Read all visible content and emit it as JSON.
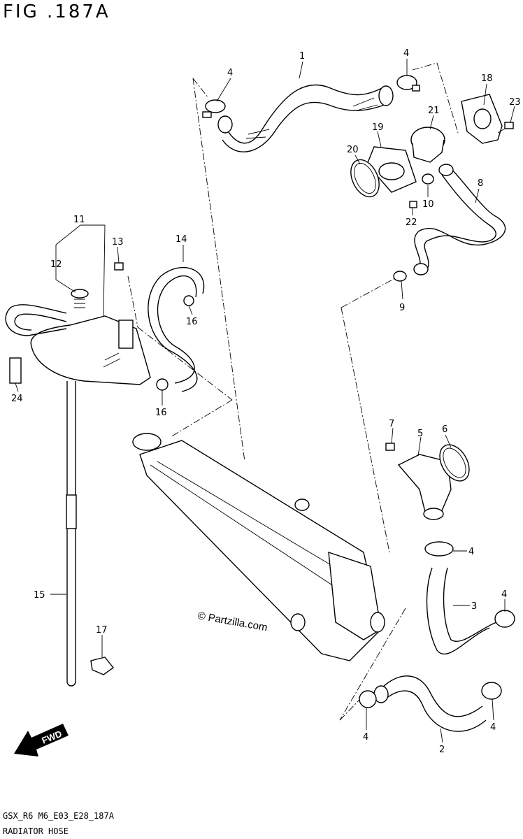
{
  "figure": {
    "title": "FIG .187A",
    "code": "GSX_R6 M6_E03_E28_187A",
    "name": "RADIATOR HOSE"
  },
  "watermark": "© Partzilla.com",
  "fwd_label": "FWD",
  "callouts": [
    {
      "id": "c1",
      "text": "1"
    },
    {
      "id": "c4a",
      "text": "4"
    },
    {
      "id": "c4b",
      "text": "4"
    },
    {
      "id": "c18",
      "text": "18"
    },
    {
      "id": "c23",
      "text": "23"
    },
    {
      "id": "c21",
      "text": "21"
    },
    {
      "id": "c19",
      "text": "19"
    },
    {
      "id": "c20",
      "text": "20"
    },
    {
      "id": "c8",
      "text": "8"
    },
    {
      "id": "c10",
      "text": "10"
    },
    {
      "id": "c22",
      "text": "22"
    },
    {
      "id": "c9",
      "text": "9"
    },
    {
      "id": "c11",
      "text": "11"
    },
    {
      "id": "c12",
      "text": "12"
    },
    {
      "id": "c13",
      "text": "13"
    },
    {
      "id": "c14",
      "text": "14"
    },
    {
      "id": "c16a",
      "text": "16"
    },
    {
      "id": "c16b",
      "text": "16"
    },
    {
      "id": "c24",
      "text": "24"
    },
    {
      "id": "c7",
      "text": "7"
    },
    {
      "id": "c5",
      "text": "5"
    },
    {
      "id": "c6",
      "text": "6"
    },
    {
      "id": "c4c",
      "text": "4"
    },
    {
      "id": "c3",
      "text": "3"
    },
    {
      "id": "c4d",
      "text": "4"
    },
    {
      "id": "c15",
      "text": "15"
    },
    {
      "id": "c17",
      "text": "17"
    },
    {
      "id": "c4e",
      "text": "4"
    },
    {
      "id": "c4f",
      "text": "4"
    },
    {
      "id": "c2",
      "text": "2"
    }
  ]
}
